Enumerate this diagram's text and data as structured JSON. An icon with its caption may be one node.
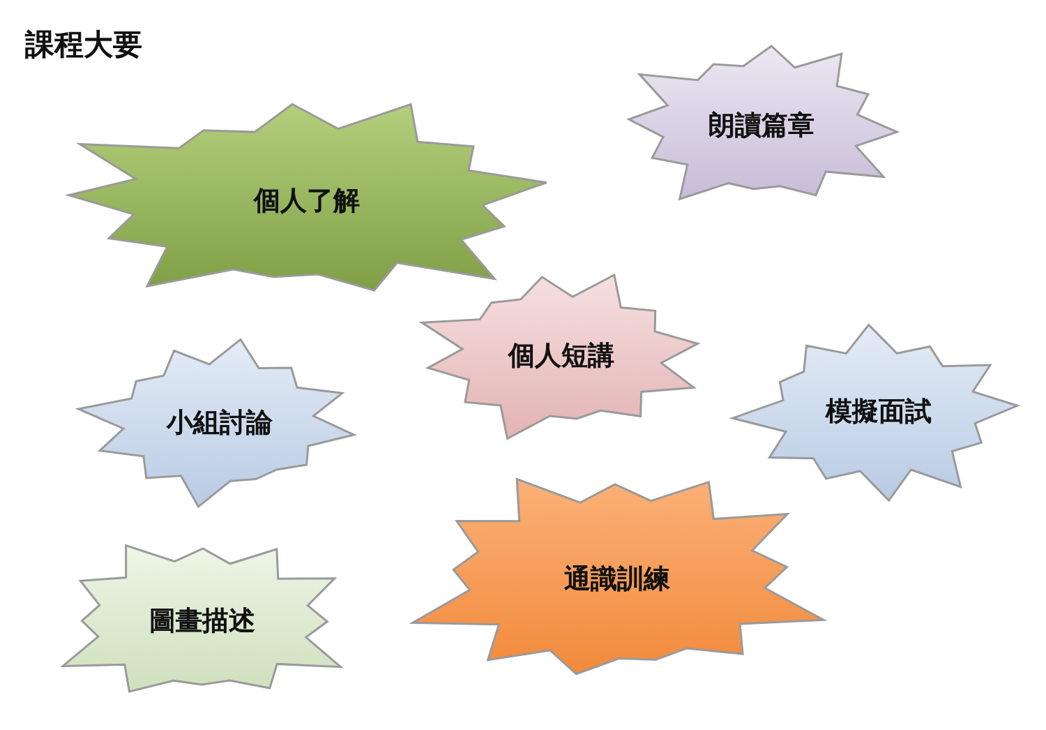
{
  "diagram": {
    "title": "課程大要",
    "nodes": [
      {
        "text": [
          "個人了解"
        ]
      },
      {
        "text": [
          "朗讀篇章"
        ]
      },
      {
        "text": [
          "個人短講"
        ]
      },
      {
        "text": [
          "小組討論"
        ]
      },
      {
        "text": [
          "模擬面試"
        ]
      },
      {
        "text": [
          "通識訓練"
        ]
      },
      {
        "text": [
          "圖畫描述"
        ]
      }
    ]
  }
}
